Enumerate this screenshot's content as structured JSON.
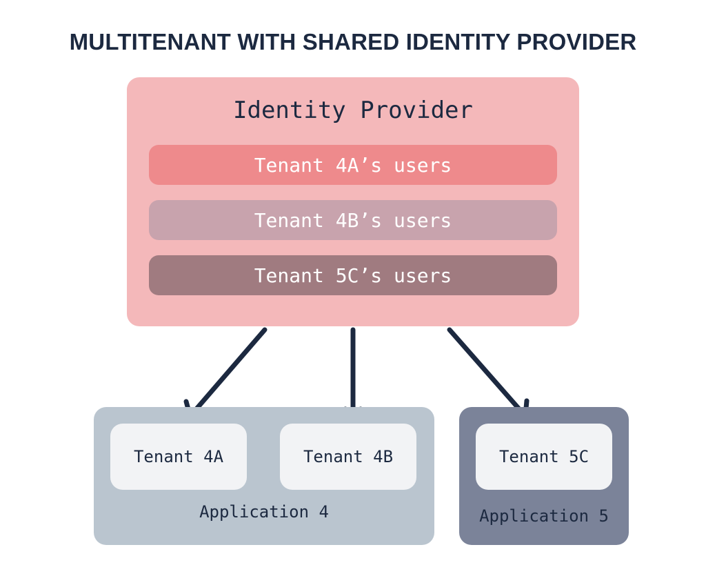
{
  "title": "MULTITENANT WITH SHARED IDENTITY PROVIDER",
  "identity_provider": {
    "label": "Identity Provider",
    "color": "#f4b8ba",
    "user_pools": [
      {
        "label": "Tenant 4A’s users",
        "color": "#ee8a8c"
      },
      {
        "label": "Tenant 4B’s users",
        "color": "#c8a3ad"
      },
      {
        "label": "Tenant 5C’s users",
        "color": "#a07b80"
      }
    ]
  },
  "applications": [
    {
      "label": "Application 4",
      "color": "#bac5cf",
      "tenants": [
        {
          "label": "Tenant 4A"
        },
        {
          "label": "Tenant 4B"
        }
      ]
    },
    {
      "label": "Application 5",
      "color": "#7b8399",
      "tenants": [
        {
          "label": "Tenant 5C"
        }
      ]
    }
  ],
  "colors": {
    "text": "#1c2940",
    "arrow": "#1c2940",
    "tenant_box": "#f2f3f5"
  }
}
